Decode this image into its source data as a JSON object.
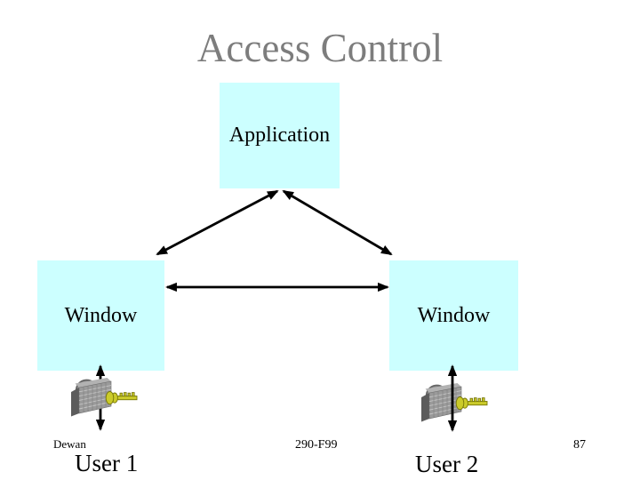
{
  "slide": {
    "title": "Access Control",
    "boxes": {
      "application": {
        "label": "Application"
      },
      "window_left": {
        "label": "Window"
      },
      "window_right": {
        "label": "Window"
      }
    },
    "arrows": [
      "application-to-window-left",
      "application-to-window-right",
      "window-left-to-window-right",
      "window-left-to-user-1",
      "window-right-to-user-2"
    ],
    "icons": {
      "lock_left": "padlock-with-key-icon",
      "lock_right": "padlock-with-key-icon"
    },
    "footer": {
      "author": "Dewan",
      "user_left": "User 1",
      "course_code": "290-F99",
      "user_right": "User 2",
      "slide_number": "87"
    },
    "colors": {
      "background": "#ffffff",
      "box_fill": "#ccffff",
      "title_text": "#7d7d7d",
      "body_text": "#000000",
      "arrow": "#000000",
      "lock_body": "#9a9a9a",
      "lock_dark": "#5c5c5c",
      "key_gold": "#cbcb2a"
    }
  }
}
